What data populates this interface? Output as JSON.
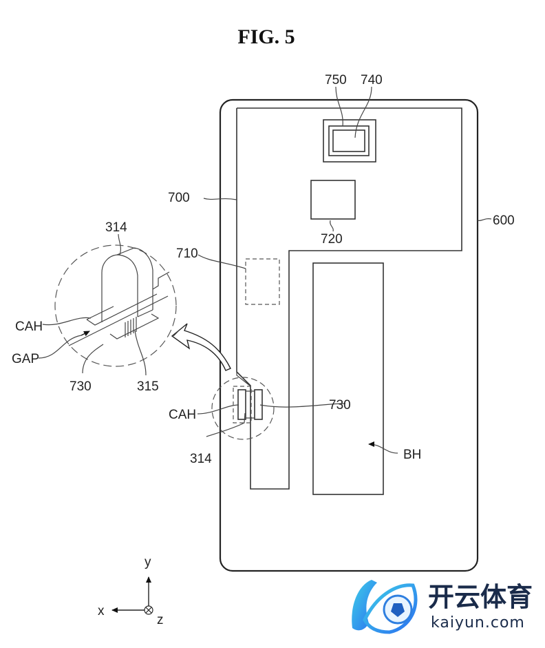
{
  "figure": {
    "title": "FIG. 5",
    "labels": {
      "l600": "600",
      "l700": "700",
      "l710": "710",
      "l720": "720",
      "l730": "730",
      "l740": "740",
      "l750": "750",
      "bh": "BH",
      "cah": "CAH",
      "l314": "314"
    },
    "detail": {
      "l314": "314",
      "l315": "315",
      "l730": "730",
      "cah": "CAH",
      "gap": "GAP"
    },
    "axes": {
      "x": "x",
      "y": "y",
      "z": "z"
    }
  },
  "watermark": {
    "brand_cn": "开云体育",
    "brand_en": "kaiyun.com",
    "colors": {
      "primary": "#2f8ff0",
      "accent": "#3fd0e8",
      "text": "#1a2b4a"
    }
  }
}
